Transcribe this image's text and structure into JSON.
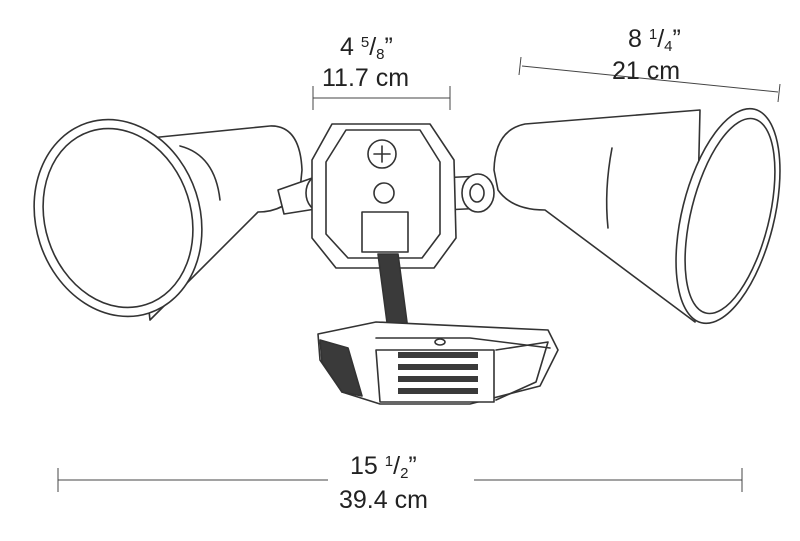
{
  "dimensions": {
    "top_middle": {
      "whole": "4",
      "num": "5",
      "den": "8",
      "inch_mark": "”",
      "metric": "11.7 cm"
    },
    "top_right": {
      "whole": "8",
      "num": "1",
      "den": "4",
      "inch_mark": "”",
      "metric": "21 cm"
    },
    "bottom": {
      "whole": "15",
      "num": "1",
      "den": "2",
      "inch_mark": "”",
      "metric": "39.4 cm"
    }
  },
  "colors": {
    "ink": "#333333",
    "dark_fill": "#3a3a3a",
    "background": "#ffffff"
  }
}
